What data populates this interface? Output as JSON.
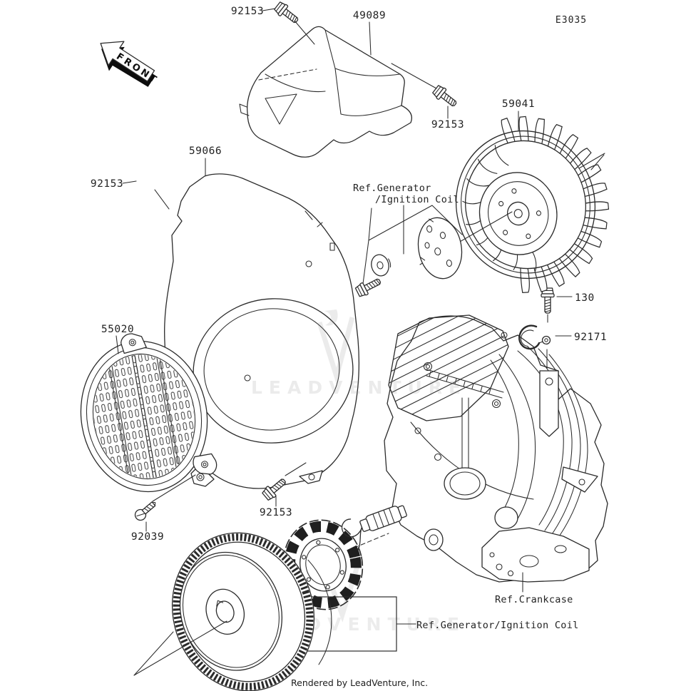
{
  "diagram": {
    "page_code": "E3035",
    "front_marker": "FRONT",
    "watermark_text": "LEADVENTURE",
    "footer_credit": "Rendered by LeadVenture, Inc.",
    "colors": {
      "line": "#2b2b2b",
      "background": "#ffffff",
      "watermark": "#8f8f8f"
    }
  },
  "callouts": {
    "c92153_top": "92153",
    "c49089": "49089",
    "c92153_duct": "92153",
    "c59041": "59041",
    "c59066": "59066",
    "c92153_cover": "92153",
    "c55020": "55020",
    "c130": "130",
    "c92171": "92171",
    "c92039": "92039",
    "c92153_flywheel": "92153"
  },
  "references": {
    "generator_top_line1": "Ref.Generator",
    "generator_top_line2": "/Ignition Coil",
    "crankcase": "Ref.Crankcase",
    "generator_bottom": "Ref.Generator/Ignition Coil"
  }
}
